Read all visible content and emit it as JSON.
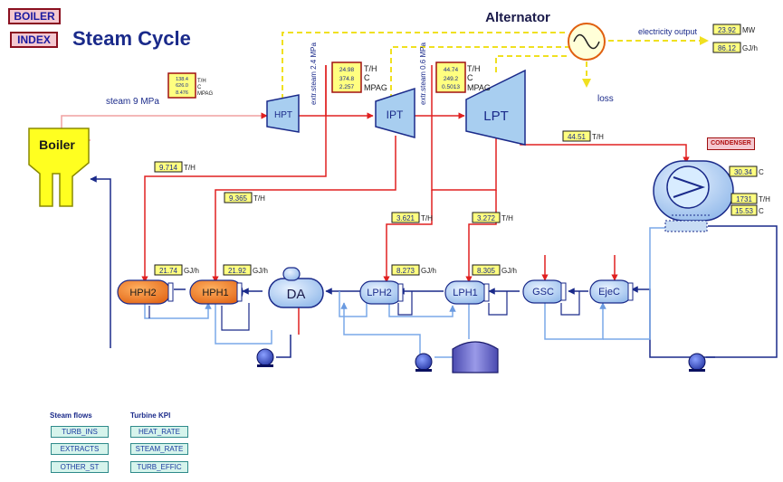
{
  "title": "Steam Cycle",
  "nav": {
    "boiler": "BOILER",
    "index": "INDEX"
  },
  "equipment": {
    "boiler": "Boiler",
    "hpt": "HPT",
    "ipt": "IPT",
    "lpt": "LPT",
    "alternator": "Alternator",
    "da": "DA",
    "hph2": "HPH2",
    "hph1": "HPH1",
    "lph2": "LPH2",
    "lph1": "LPH1",
    "gsc": "GSC",
    "ejec": "EjeC"
  },
  "labels": {
    "steam_main": "steam 9 MPa",
    "extr_24": "extr.steam 2.4 MPa",
    "extr_06": "extr.steam 0.6 MPa",
    "loss": "loss",
    "electricity_output": "electricity output"
  },
  "readouts": {
    "main_steam": {
      "values": [
        "138.4",
        "626.0",
        "8.476"
      ],
      "units": [
        "T/H",
        "C",
        "MPAG"
      ]
    },
    "extr_hp": {
      "values": [
        "24.98",
        "374.8",
        "2.257"
      ],
      "units": [
        "T/H",
        "C",
        "MPAG"
      ]
    },
    "extr_ip": {
      "values": [
        "44.74",
        "249.2",
        "0.5013"
      ],
      "units": [
        "T/H",
        "C",
        "MPAG"
      ]
    },
    "power_mw": {
      "value": "23.92",
      "unit": "MW"
    },
    "power_gj": {
      "value": "86.12",
      "unit": "GJ/h"
    },
    "lpt_exhaust": {
      "value": "44.51",
      "unit": "T/H"
    },
    "hph2_extr": {
      "value": "9.714",
      "unit": "T/H"
    },
    "hph1_extr": {
      "value": "9.365",
      "unit": "T/H"
    },
    "lph2_extr": {
      "value": "3.621",
      "unit": "T/H"
    },
    "lph1_extr": {
      "value": "3.272",
      "unit": "T/H"
    },
    "hph2_heat": {
      "value": "21.74",
      "unit": "GJ/h"
    },
    "hph1_heat": {
      "value": "21.92",
      "unit": "GJ/h"
    },
    "lph2_heat": {
      "value": "8.273",
      "unit": "GJ/h"
    },
    "lph1_heat": {
      "value": "8.305",
      "unit": "GJ/h"
    },
    "cond_temp": {
      "value": "30.34",
      "unit": "C"
    },
    "cw_flow": {
      "value": "1731",
      "unit": "T/H"
    },
    "cw_temp": {
      "value": "15.53",
      "unit": "C"
    }
  },
  "condenser_button": "CONDENSER",
  "steam_flows": {
    "title": "Steam flows",
    "items": [
      "TURB_INS",
      "EXTRACTS",
      "OTHER_ST"
    ]
  },
  "turbine_kpi": {
    "title": "Turbine KPI",
    "items": [
      "HEAT_RATE",
      "STEAM_RATE",
      "TURB_EFFIC"
    ]
  },
  "colors": {
    "steam": "#e02020",
    "feedwater": "#1a2a8a",
    "condensate": "#7aa8e8",
    "power": "#f0e020",
    "value_box": "#ffff80"
  }
}
